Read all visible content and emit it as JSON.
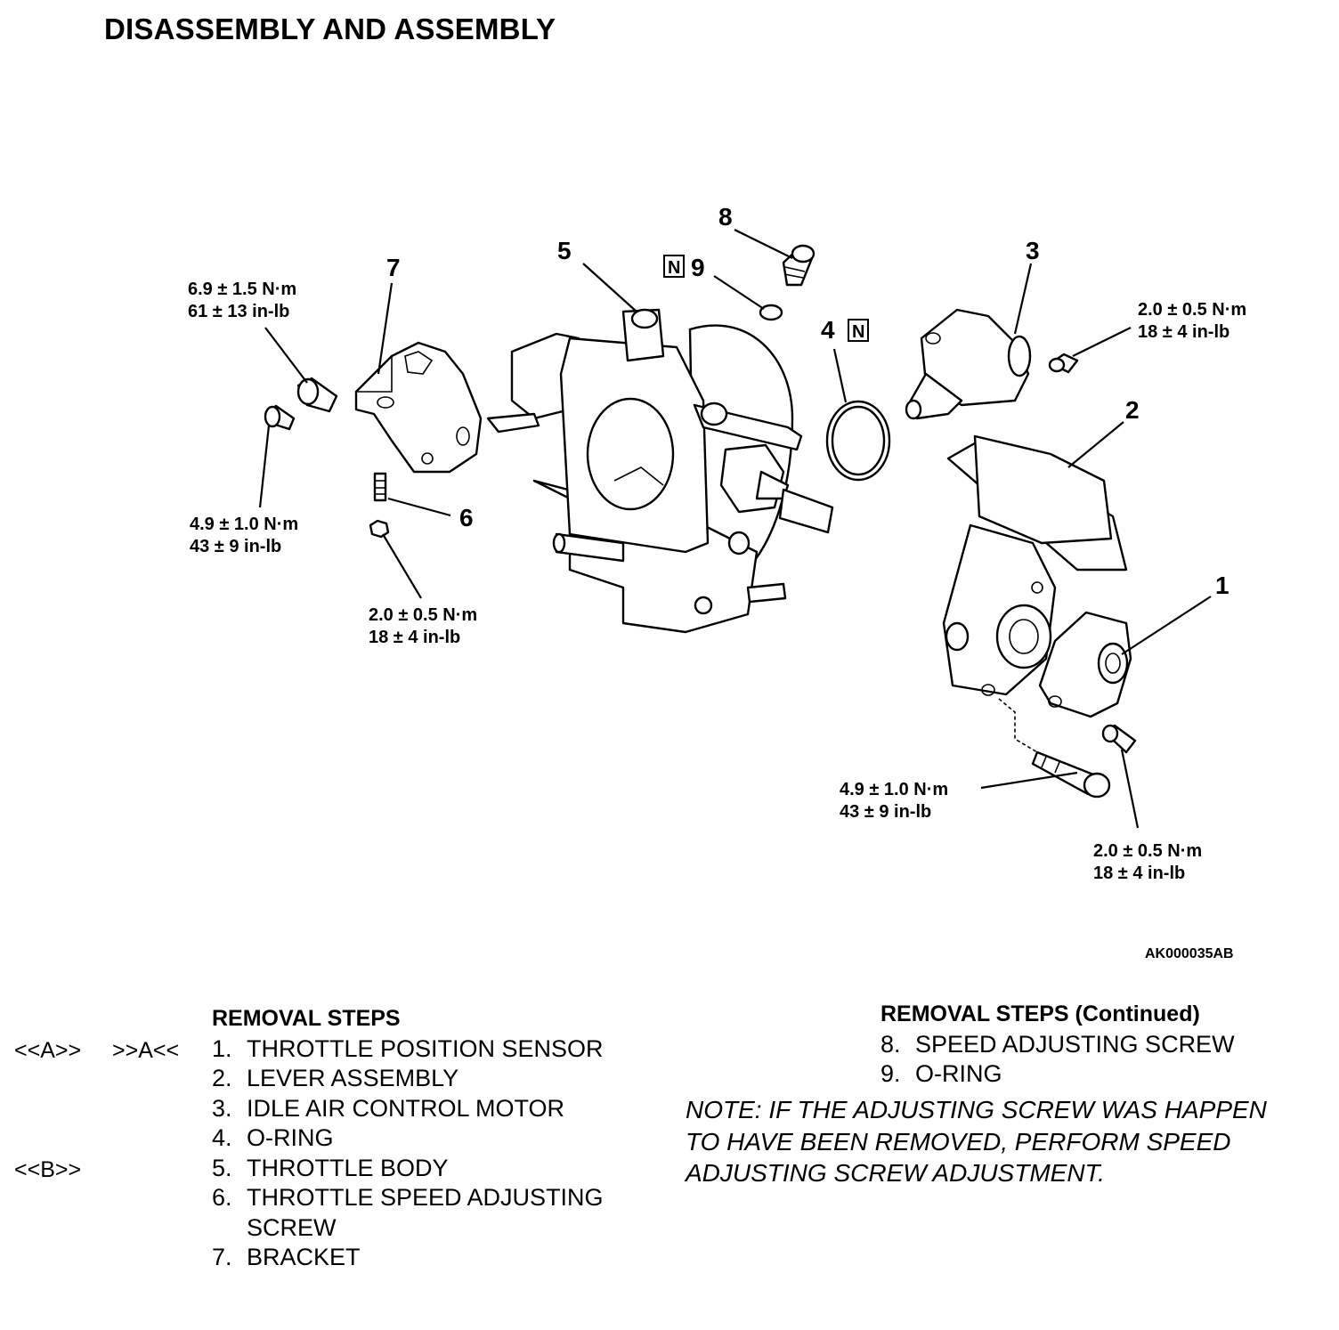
{
  "page": {
    "title": "DISASSEMBLY AND ASSEMBLY",
    "figure_code": "AK000035AB"
  },
  "diagram": {
    "callouts": {
      "p1": "1",
      "p2": "2",
      "p3": "3",
      "p4": "4",
      "p5": "5",
      "p6": "6",
      "p7": "7",
      "p8": "8",
      "p9": "9"
    },
    "new_part_mark": "N",
    "torques": {
      "t_bracket_upper": [
        "6.9 ± 1.5 N·m",
        "61 ± 13 in-lb"
      ],
      "t_bracket_lower": [
        "4.9 ± 1.0 N·m",
        "43 ± 9 in-lb"
      ],
      "t_nut6": [
        "2.0 ± 0.5 N·m",
        "18 ± 4 in-lb"
      ],
      "t_iac": [
        "2.0 ± 0.5 N·m",
        "18 ± 4 in-lb"
      ],
      "t_lever": [
        "4.9 ± 1.0 N·m",
        "43 ± 9 in-lb"
      ],
      "t_tps": [
        "2.0 ± 0.5 N·m",
        "18 ± 4 in-lb"
      ]
    }
  },
  "steps_left": {
    "heading": "REMOVAL STEPS",
    "items": [
      {
        "num": "1.",
        "text": "THROTTLE POSITION SENSOR",
        "marker_a": "<<A>>",
        "marker_b": ">>A<<"
      },
      {
        "num": "2.",
        "text": "LEVER ASSEMBLY"
      },
      {
        "num": "3.",
        "text": "IDLE AIR CONTROL MOTOR"
      },
      {
        "num": "4.",
        "text": "O-RING"
      },
      {
        "num": "5.",
        "text": "THROTTLE BODY",
        "marker_a": "<<B>>"
      },
      {
        "num": "6.",
        "text": "THROTTLE SPEED ADJUSTING",
        "cont": "SCREW"
      },
      {
        "num": "7.",
        "text": "BRACKET"
      }
    ]
  },
  "steps_right": {
    "heading": "REMOVAL STEPS (Continued)",
    "items": [
      {
        "num": "8.",
        "text": "SPEED ADJUSTING SCREW"
      },
      {
        "num": "9.",
        "text": "O-RING"
      }
    ]
  },
  "note": {
    "lines": [
      "NOTE: IF THE ADJUSTING SCREW WAS HAPPEN",
      "TO HAVE BEEN REMOVED, PERFORM SPEED",
      "ADJUSTING SCREW ADJUSTMENT."
    ]
  }
}
